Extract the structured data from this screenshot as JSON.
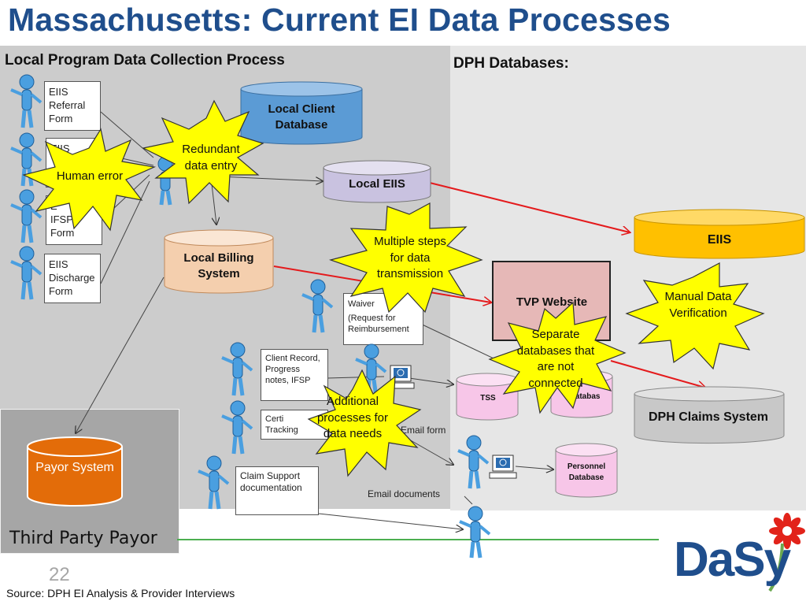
{
  "title": "Massachusetts: Current EI Data Processes",
  "left_panel": {
    "heading": "Local Program Data Collection Process"
  },
  "right_panel": {
    "heading": "DPH Databases:"
  },
  "forms": [
    {
      "lines": [
        "EIIS",
        "Referral",
        "Form"
      ]
    },
    {
      "lines": [
        "EIIS"
      ]
    },
    {
      "lines": [
        "E",
        "IFSP",
        "Form"
      ]
    },
    {
      "lines": [
        "EIIS",
        "Discharge",
        "Form"
      ]
    }
  ],
  "documents": {
    "waiver": {
      "lines": [
        "Waiver",
        "(Request  for",
        "Reimbursement"
      ]
    },
    "client_record": {
      "lines": [
        "Client Record,",
        "Progress",
        "notes, IFSP"
      ]
    },
    "certification": {
      "lines": [
        "Certi",
        "Tracking"
      ]
    },
    "claim_support": {
      "lines": [
        "Claim Support",
        "documentation"
      ]
    }
  },
  "databases": {
    "local_client": "Local Client Database",
    "local_eiis": "Local EIIS",
    "local_billing": "Local Billing System",
    "eiis": "EIIS",
    "tvp_website": "TVP Website",
    "tss": "TSS",
    "hidden_db": "Databas",
    "dph_claims": "DPH Claims System",
    "personnel": "Personnel Database",
    "payor": "Payor System"
  },
  "bursts": {
    "human_error": "Human error",
    "redundant": "Redundant data entry",
    "multiple_steps": "Multiple steps for data transmission",
    "manual_verification": "Manual Data Verification",
    "separate_databases": "Separate databases that are not connected",
    "additional_processes": "Additional processes for data needs"
  },
  "edge_labels": {
    "email_form": "Email form",
    "email_documents": "Email documents"
  },
  "third_party_payor": "Third Party Payor",
  "page_number": "22",
  "source": "Source: DPH EI Analysis & Provider Interviews",
  "logo": {
    "text": "DaSy"
  },
  "colors": {
    "title": "#1f4e8c",
    "local_client_db": "#5b9bd5",
    "local_eiis_db": "#c9c2e0",
    "local_billing_db": "#f4cfae",
    "eiis_db": "#ffc000",
    "tvp_website": "#e6b8b7",
    "tss_db": "#f7c6e8",
    "dph_claims_db": "#c8c8c8",
    "personnel_db": "#f7c6e8",
    "payor_db": "#e36c09",
    "burst": "#ffff00",
    "figure": "#4a9fe0",
    "arrow_red": "#e41a1c"
  }
}
